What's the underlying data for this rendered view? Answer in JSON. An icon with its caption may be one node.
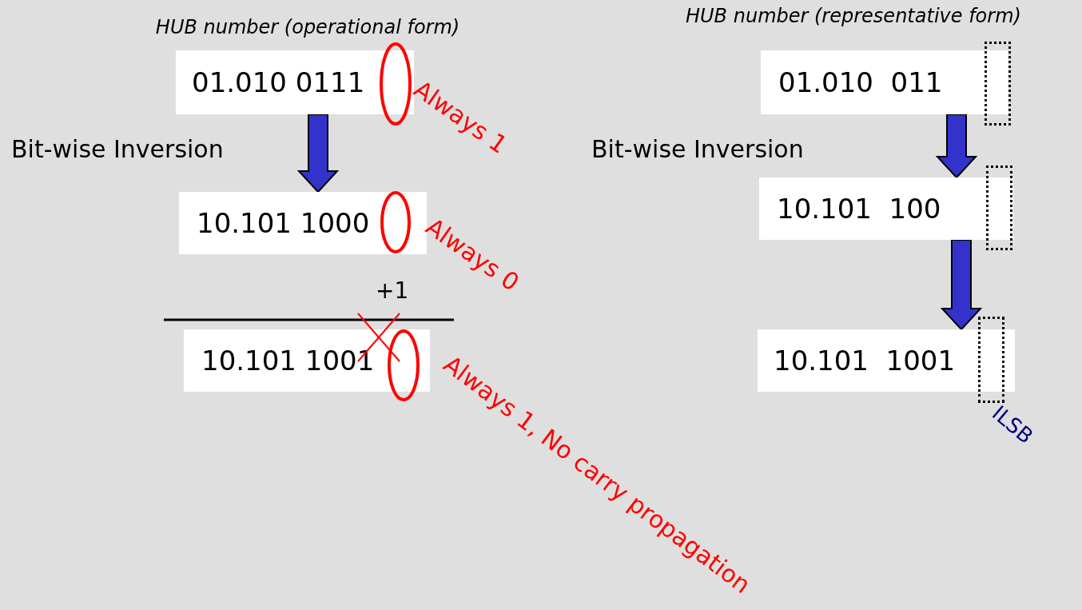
{
  "diagram": {
    "nodes": [
      {
        "text": [
          "01.010 0111"
        ]
      },
      {
        "text": [
          "10.101 1000"
        ]
      },
      {
        "text": [
          "10.101 1001"
        ]
      },
      {
        "text": [
          "01.010  011"
        ]
      },
      {
        "text": [
          "10.101  100"
        ]
      },
      {
        "text": [
          "10.101  1001"
        ]
      },
      {
        "text": [],
        "shape": "box"
      },
      {
        "text": [],
        "shape": "box"
      },
      {
        "text": [],
        "shape": "box"
      }
    ],
    "edges": [
      {
        "from": 0,
        "to": 1,
        "arrow": "to"
      },
      {
        "from": 3,
        "to": 4,
        "arrow": "to"
      },
      {
        "from": 4,
        "to": 5,
        "arrow": "to"
      }
    ],
    "labels": [
      "HUB number (operational form)",
      "Bit-wise Inversion",
      "Always 1",
      "Always 0",
      "+1",
      "Always 1, No carry propagation",
      "HUB number (representative form)",
      "Bit-wise Inversion",
      "ILSB"
    ]
  }
}
